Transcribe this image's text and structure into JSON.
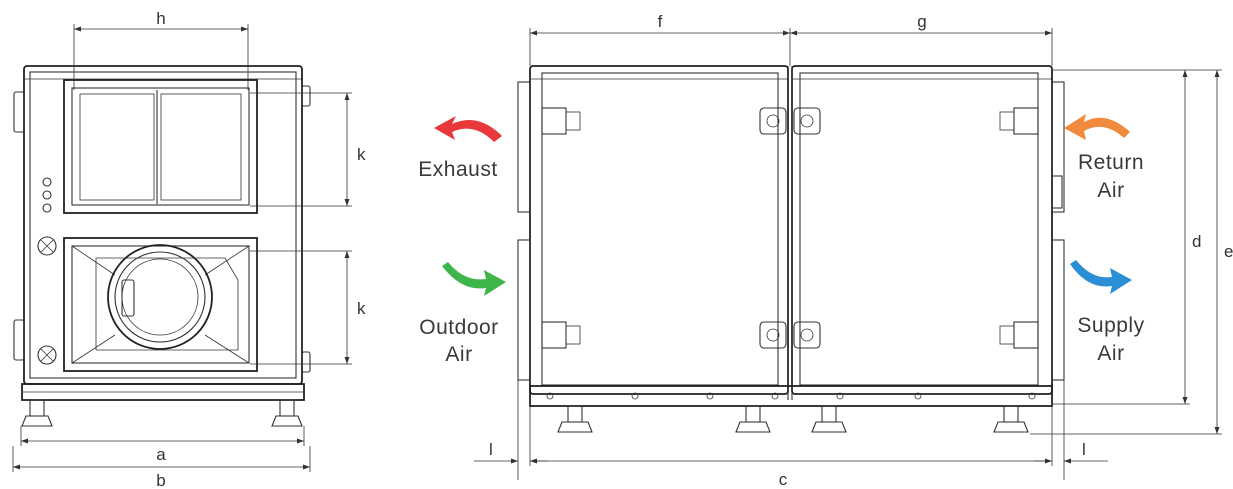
{
  "front_view": {
    "dims": {
      "h": "h",
      "k_upper": "k",
      "k_lower": "k",
      "a": "a",
      "b": "b"
    }
  },
  "side_view": {
    "dims": {
      "f": "f",
      "g": "g",
      "c": "c",
      "d": "d",
      "e": "e",
      "l_left": "l",
      "l_right": "l"
    },
    "flows": {
      "exhaust": {
        "line1": "Exhaust",
        "color": "#e8383a"
      },
      "outdoor": {
        "line1": "Outdoor",
        "line2": "Air",
        "color": "#3eb54a"
      },
      "return": {
        "line1": "Return",
        "line2": "Air",
        "color": "#f08a3c"
      },
      "supply": {
        "line1": "Supply",
        "line2": "Air",
        "color": "#2a8fd4"
      }
    }
  }
}
